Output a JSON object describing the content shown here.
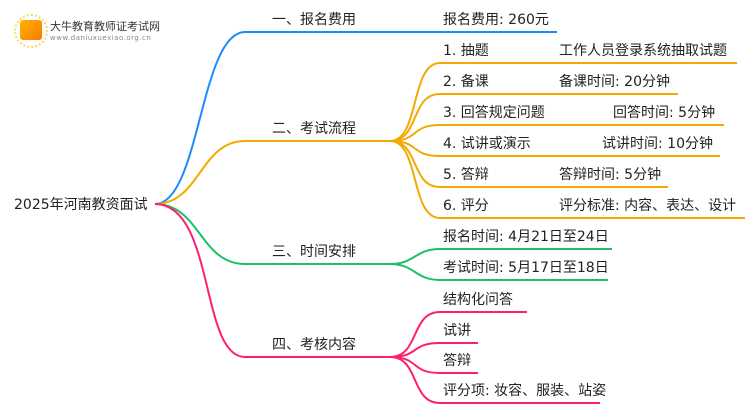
{
  "logo": {
    "title": "大牛教育教师证考试网",
    "url": "www.daniuxuexiao.org.cn"
  },
  "root": "2025年河南教资面试",
  "colors": {
    "blue": "#1a8cff",
    "orange": "#f5a800",
    "green": "#19c064",
    "pink": "#ff1f6f"
  },
  "branches": [
    {
      "label": "一、报名费用",
      "leaves": [
        "报名费用: 260元"
      ]
    },
    {
      "label": "二、考试流程",
      "leaves": [
        {
          "name": "1. 抽题",
          "detail": "工作人员登录系统抽取试题"
        },
        {
          "name": "2. 备课",
          "detail": "备课时间: 20分钟"
        },
        {
          "name": "3. 回答规定问题",
          "detail": "回答时间: 5分钟"
        },
        {
          "name": "4. 试讲或演示",
          "detail": "试讲时间: 10分钟"
        },
        {
          "name": "5. 答辩",
          "detail": "答辩时间: 5分钟"
        },
        {
          "name": "6. 评分",
          "detail": "评分标准: 内容、表达、设计"
        }
      ]
    },
    {
      "label": "三、时间安排",
      "leaves": [
        "报名时间: 4月21日至24日",
        "考试时间: 5月17日至18日"
      ]
    },
    {
      "label": "四、考核内容",
      "leaves": [
        "结构化问答",
        "试讲",
        "答辩",
        "评分项: 妆容、服装、站姿"
      ]
    }
  ]
}
